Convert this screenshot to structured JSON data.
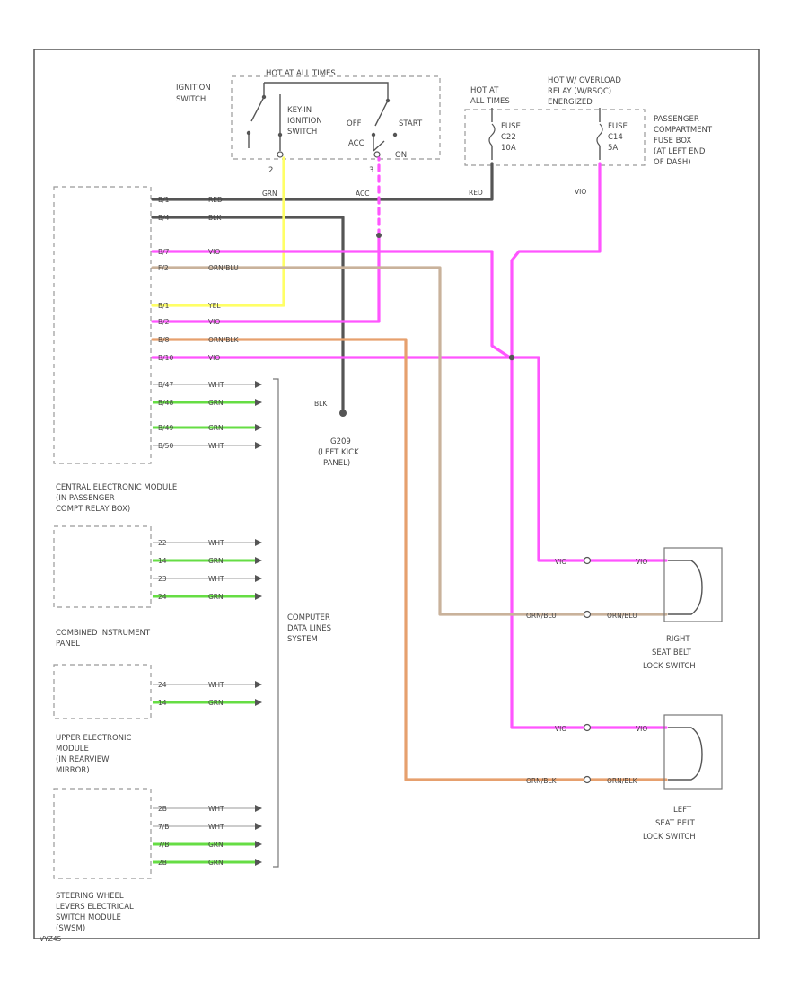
{
  "colors": {
    "red": "#555555",
    "black": "#555555",
    "yellow": "#ffff66",
    "violet": "#ff55ff",
    "orange_black": "#e6a06e",
    "orange_blue": "#c9b29b",
    "white": "#bbbbbb",
    "green": "#66dd44",
    "border": "#555555"
  },
  "labels": {
    "hot_all_times_top": "HOT AT ALL TIMES",
    "ignition_switch": [
      "IGNITION",
      "SWITCH"
    ],
    "key_in_ignition": [
      "KEY-IN",
      "IGNITION",
      "SWITCH"
    ],
    "off": "OFF",
    "start": "START",
    "acc": "ACC",
    "on": "ON",
    "pin_2a": "2",
    "pin_3": "3",
    "hot_at_all_times": [
      "HOT AT",
      "ALL TIMES"
    ],
    "hot_overload": [
      "HOT W/ OVERLOAD",
      "RELAY (W/RSQC)",
      "ENERGIZED"
    ],
    "fuse_c22": [
      "FUSE",
      "C22",
      "10A"
    ],
    "fuse_c14": [
      "FUSE",
      "C14",
      "5A"
    ],
    "passenger_fuse_box": [
      "PASSENGER",
      "COMPARTMENT",
      "FUSE BOX",
      "(AT LEFT END",
      "OF DASH)"
    ],
    "red_top": "RED",
    "vio_top": "VIO",
    "grn_top": "GRN",
    "acc_bottom": "ACC",
    "vio_fuse": "VIO",
    "ground_blk": "BLK",
    "ground_name": [
      "G209",
      "(LEFT KICK",
      "PANEL)"
    ],
    "cem_name": [
      "CENTRAL ELECTRONIC MODULE",
      "(IN PASSENGER",
      "COMPT RELAY BOX)"
    ],
    "cip_name": [
      "COMBINED INSTRUMENT",
      "PANEL"
    ],
    "uem_name": [
      "UPPER ELECTRONIC",
      "MODULE",
      "(IN REARVIEW",
      "MIRROR)"
    ],
    "swm_name": [
      "STEERING WHEEL",
      "LEVERS ELECTRICAL",
      "SWITCH MODULE",
      "(SWSM)"
    ],
    "computer_data": [
      "COMPUTER",
      "DATA LINES",
      "SYSTEM"
    ],
    "right_switch": [
      "RIGHT",
      "SEAT BELT",
      "LOCK SWITCH"
    ],
    "left_switch": [
      "LEFT",
      "SEAT BELT",
      "LOCK SWITCH"
    ]
  },
  "cem_wires": [
    {
      "pin": "B/1",
      "color": "RED"
    },
    {
      "pin": "B/4",
      "color": "BLK"
    },
    {
      "pin": "B/7",
      "color": "VIO"
    },
    {
      "pin": "F/2",
      "color": "ORN/BLU"
    },
    {
      "pin": "B/1",
      "color": "YEL"
    },
    {
      "pin": "B/2",
      "color": "VIO"
    },
    {
      "pin": "B/8",
      "color": "ORN/BLK"
    },
    {
      "pin": "B/10",
      "color": "VIO"
    },
    {
      "pin": "B/47",
      "color": "WHT"
    },
    {
      "pin": "B/48",
      "color": "GRN"
    },
    {
      "pin": "B/49",
      "color": "GRN"
    },
    {
      "pin": "B/50",
      "color": "WHT"
    }
  ],
  "cip_wires": [
    {
      "pin": "22",
      "color": "WHT"
    },
    {
      "pin": "14",
      "color": "GRN"
    },
    {
      "pin": "23",
      "color": "WHT"
    },
    {
      "pin": "24",
      "color": "GRN"
    }
  ],
  "uem_wires": [
    {
      "pin": "24",
      "color": "WHT"
    },
    {
      "pin": "14",
      "color": "GRN"
    }
  ],
  "swm_wires": [
    {
      "pin": "2B",
      "color": "WHT"
    },
    {
      "pin": "7/B",
      "color": "WHT"
    },
    {
      "pin": "7/B",
      "color": "GRN"
    },
    {
      "pin": "2B",
      "color": "GRN"
    }
  ],
  "switch_wires": {
    "right_vio_left": "VIO",
    "right_vio_right": "VIO",
    "right_orn_left": "ORN/BLU",
    "right_orn_right": "ORN/BLU",
    "left_vio_left": "VIO",
    "left_vio_right": "VIO",
    "left_orn_left": "ORN/BLK",
    "left_orn_right": "ORN/BLK"
  },
  "footer_id": "VYZ45"
}
